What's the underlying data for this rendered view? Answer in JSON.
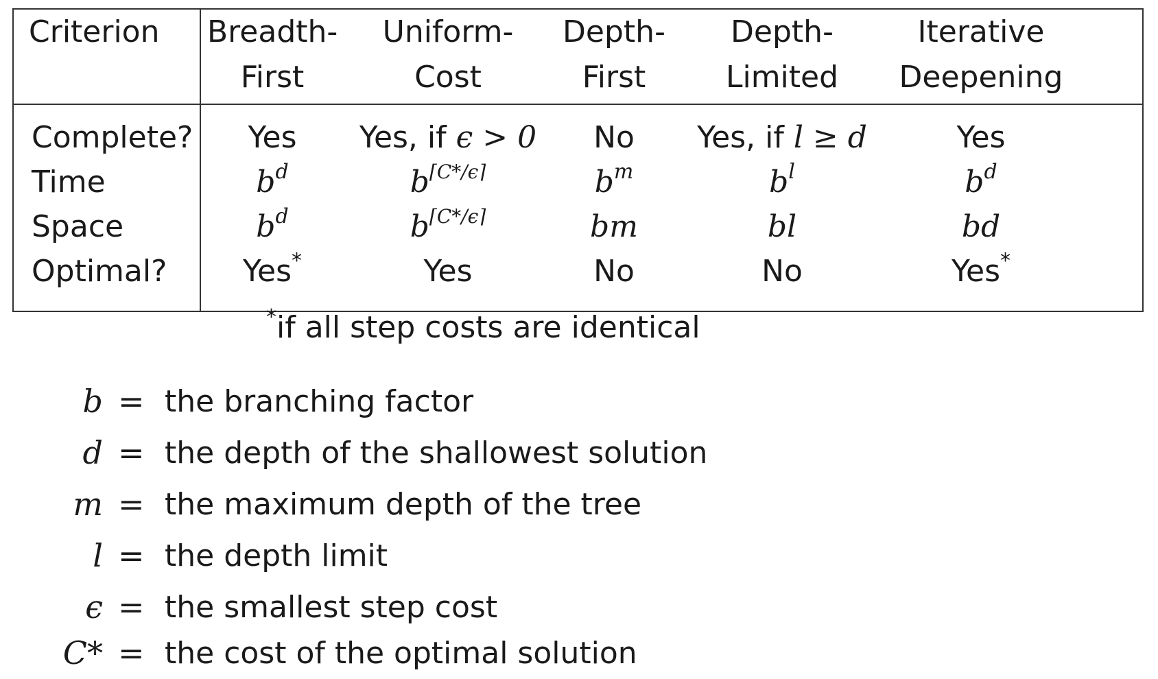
{
  "table": {
    "header": {
      "criterion": "Criterion",
      "columns": [
        {
          "line1": "Breadth-",
          "line2": "First"
        },
        {
          "line1": "Uniform-",
          "line2": "Cost"
        },
        {
          "line1": "Depth-",
          "line2": "First"
        },
        {
          "line1": "Depth-",
          "line2": "Limited"
        },
        {
          "line1": "Iterative",
          "line2": "Deepening"
        }
      ]
    },
    "rows": {
      "complete": {
        "label": "Complete?",
        "bfs": "Yes",
        "ucs_prefix": "Yes, if ",
        "ucs_cond": "ϵ > 0",
        "dfs": "No",
        "dls_prefix": "Yes, if ",
        "dls_cond": "l ≥ d",
        "ids": "Yes"
      },
      "time": {
        "label": "Time",
        "bfs_base": "b",
        "bfs_exp": "d",
        "ucs_base": "b",
        "ucs_exp": "⌈C*/ϵ⌉",
        "dfs_base": "b",
        "dfs_exp": "m",
        "dls_base": "b",
        "dls_exp": "l",
        "ids_base": "b",
        "ids_exp": "d"
      },
      "space": {
        "label": "Space",
        "bfs_base": "b",
        "bfs_exp": "d",
        "ucs_base": "b",
        "ucs_exp": "⌈C*/ϵ⌉",
        "dfs": "bm",
        "dls": "bl",
        "ids": "bd"
      },
      "optimal": {
        "label": "Optimal?",
        "bfs": "Yes",
        "bfs_mark": "*",
        "ucs": "Yes",
        "dfs": "No",
        "dls": "No",
        "ids": "Yes",
        "ids_mark": "*"
      }
    },
    "footnote_mark": "*",
    "footnote": "if all step costs are identical"
  },
  "legend": [
    {
      "symbol": "b",
      "eq": "=",
      "desc": "the branching factor"
    },
    {
      "symbol": "d",
      "eq": "=",
      "desc": "the depth of the shallowest solution"
    },
    {
      "symbol": "m",
      "eq": "=",
      "desc": "the maximum depth of the tree"
    },
    {
      "symbol": "l",
      "eq": "=",
      "desc": "the depth limit"
    },
    {
      "symbol": "ϵ",
      "eq": "=",
      "desc": "the smallest step cost"
    },
    {
      "symbol": "C*",
      "eq": "=",
      "desc": "the cost of the optimal solution"
    }
  ]
}
